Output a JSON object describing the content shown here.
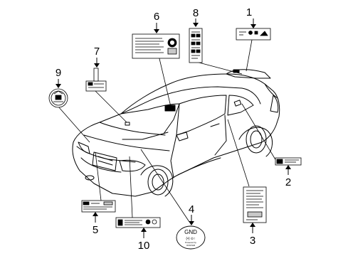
{
  "callouts": [
    {
      "id": "1",
      "label": "1"
    },
    {
      "id": "2",
      "label": "2"
    },
    {
      "id": "3",
      "label": "3"
    },
    {
      "id": "4",
      "label": "4"
    },
    {
      "id": "5",
      "label": "5"
    },
    {
      "id": "6",
      "label": "6"
    },
    {
      "id": "7",
      "label": "7"
    },
    {
      "id": "8",
      "label": "8"
    },
    {
      "id": "9",
      "label": "9"
    },
    {
      "id": "10",
      "label": "10"
    }
  ],
  "label4": {
    "line1": "GND",
    "line2": "(•) ⊙↑",
    "line3": "Powered by",
    "line4": "ONSTAR"
  },
  "colors": {
    "line": "#000000",
    "background": "#ffffff",
    "fill_gray": "#c8c8c8"
  }
}
